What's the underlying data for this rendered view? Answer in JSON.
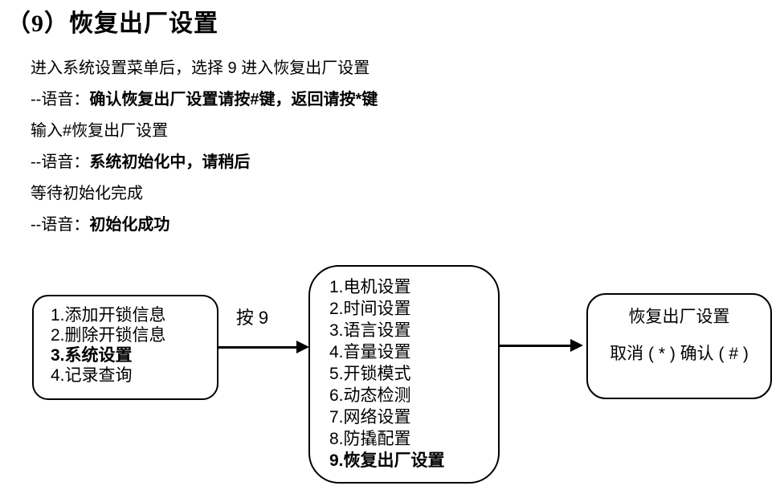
{
  "page": {
    "title": "（9）恢复出厂设置",
    "colors": {
      "text": "#000000",
      "background": "#ffffff",
      "line": "#000000"
    }
  },
  "body": {
    "lines": [
      {
        "normal": "进入系统设置菜单后，选择 9 进入恢复出厂设置",
        "bold": ""
      },
      {
        "normal": "--语音：",
        "bold": "确认恢复出厂设置请按#键，返回请按*键"
      },
      {
        "normal": "输入#恢复出厂设置",
        "bold": ""
      },
      {
        "normal": "--语音：",
        "bold": "系统初始化中，请稍后"
      },
      {
        "normal": "等待初始化完成",
        "bold": ""
      },
      {
        "normal": "--语音：",
        "bold": "初始化成功"
      }
    ]
  },
  "flowchart": {
    "menu_box": {
      "items": [
        {
          "text": "1.添加开锁信息"
        },
        {
          "text": "2.删除开锁信息"
        },
        {
          "text": "3.系统设置"
        },
        {
          "text": "4.记录查询"
        }
      ]
    },
    "arrow1": {
      "label": "按 9"
    },
    "submenu_box": {
      "items": [
        {
          "text": "1.电机设置"
        },
        {
          "text": "2.时间设置"
        },
        {
          "text": "3.语言设置"
        },
        {
          "text": "4.音量设置"
        },
        {
          "text": "5.开锁模式"
        },
        {
          "text": "6.动态检测"
        },
        {
          "text": "7.网络设置"
        },
        {
          "text": "8.防撬配置"
        },
        {
          "text": "9.恢复出厂设置"
        }
      ]
    },
    "confirm_box": {
      "title": "恢复出厂设置",
      "action": "取消 ( * ) 确认 ( # )"
    }
  }
}
